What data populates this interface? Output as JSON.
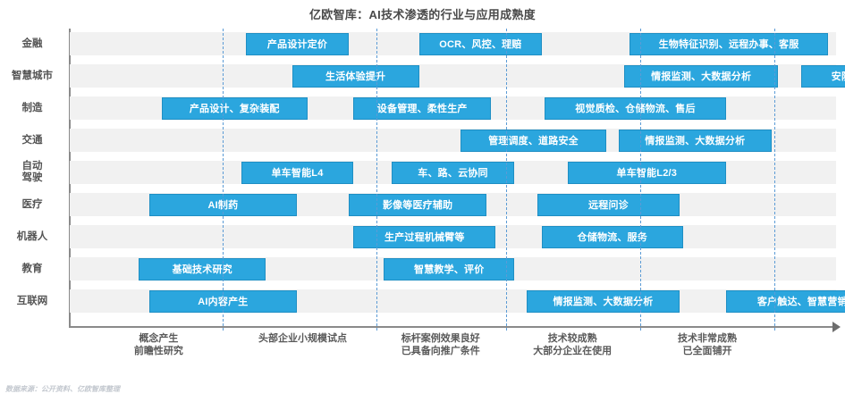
{
  "title": "亿欧智库：AI技术渗透的行业与应用成熟度",
  "source": "数据来源：公开资料、亿欧智库整理",
  "colors": {
    "bar_fill": "#2ba6de",
    "bar_border": "#1f8fc4",
    "band": "#f1f1f1",
    "gridline": "#5b9bd5",
    "axis": "#8a8a8a",
    "title_text": "#4a4a4a"
  },
  "chart_data": {
    "type": "bar",
    "title": "亿欧智库：AI技术渗透的行业与应用成熟度",
    "xlabel": "",
    "ylabel": "",
    "grid": true,
    "legend": "none",
    "xlim": [
      0,
      5
    ],
    "stage_labels": [
      "概念产生\n前瞻性研究",
      "头部企业小规模试点",
      "标杆案例效果良好\n已具备向推广条件",
      "技术较成熟\n大部分企业在使用",
      "技术非常成熟\n已全面铺开"
    ],
    "categories": [
      "金融",
      "智慧城市",
      "制造",
      "交通",
      "自动驾驶",
      "医疗",
      "机器人",
      "教育",
      "互联网"
    ],
    "rows": [
      {
        "label": "金融",
        "label_lines": [
          "金融"
        ],
        "items": [
          {
            "text": "产品设计定价",
            "start": 1.15,
            "end": 1.82
          },
          {
            "text": "OCR、风控、理赔",
            "start": 2.28,
            "end": 3.08
          },
          {
            "text": "生物特征识别、远程办事、客服",
            "start": 3.65,
            "end": 4.95
          }
        ]
      },
      {
        "label": "智慧城市",
        "label_lines": [
          "智慧城市"
        ],
        "items": [
          {
            "text": "生活体验提升",
            "start": 1.45,
            "end": 2.28
          },
          {
            "text": "情报监测、大数据分析",
            "start": 3.62,
            "end": 4.62
          },
          {
            "text": "安防",
            "start": 4.77,
            "end": 5.3
          }
        ]
      },
      {
        "label": "制造",
        "label_lines": [
          "制造"
        ],
        "items": [
          {
            "text": "产品设计、复杂装配",
            "start": 0.6,
            "end": 1.55
          },
          {
            "text": "设备管理、柔性生产",
            "start": 1.85,
            "end": 2.75
          },
          {
            "text": "视觉质检、仓储物流、售后",
            "start": 3.1,
            "end": 4.28
          }
        ]
      },
      {
        "label": "交通",
        "label_lines": [
          "交通"
        ],
        "items": [
          {
            "text": "管理调度、道路安全",
            "start": 2.55,
            "end": 3.5
          },
          {
            "text": "情报监测、大数据分析",
            "start": 3.58,
            "end": 4.58
          }
        ]
      },
      {
        "label": "自动驾驶",
        "label_lines": [
          "自动",
          "驾驶"
        ],
        "items": [
          {
            "text": "单车智能L4",
            "start": 1.12,
            "end": 1.85
          },
          {
            "text": "车、路、云协同",
            "start": 2.1,
            "end": 2.9
          },
          {
            "text": "单车智能L2/3",
            "start": 3.25,
            "end": 4.28
          }
        ]
      },
      {
        "label": "医疗",
        "label_lines": [
          "医疗"
        ],
        "items": [
          {
            "text": "AI制药",
            "start": 0.52,
            "end": 1.48
          },
          {
            "text": "影像等医疗辅助",
            "start": 1.82,
            "end": 2.72
          },
          {
            "text": "远程问诊",
            "start": 3.05,
            "end": 3.98
          }
        ]
      },
      {
        "label": "机器人",
        "label_lines": [
          "机器人"
        ],
        "items": [
          {
            "text": "生产过程机械臂等",
            "start": 1.85,
            "end": 2.78
          },
          {
            "text": "仓储物流、服务",
            "start": 3.08,
            "end": 4.0
          }
        ]
      },
      {
        "label": "教育",
        "label_lines": [
          "教育"
        ],
        "items": [
          {
            "text": "基础技术研究",
            "start": 0.45,
            "end": 1.28
          },
          {
            "text": "智慧教学、评价",
            "start": 2.05,
            "end": 2.9
          }
        ]
      },
      {
        "label": "互联网",
        "label_lines": [
          "互联网"
        ],
        "items": [
          {
            "text": "AI内容产生",
            "start": 0.52,
            "end": 1.48
          },
          {
            "text": "情报监测、大数据分析",
            "start": 2.98,
            "end": 3.98
          },
          {
            "text": "客户触达、智慧营销",
            "start": 4.28,
            "end": 5.28
          }
        ]
      }
    ]
  }
}
